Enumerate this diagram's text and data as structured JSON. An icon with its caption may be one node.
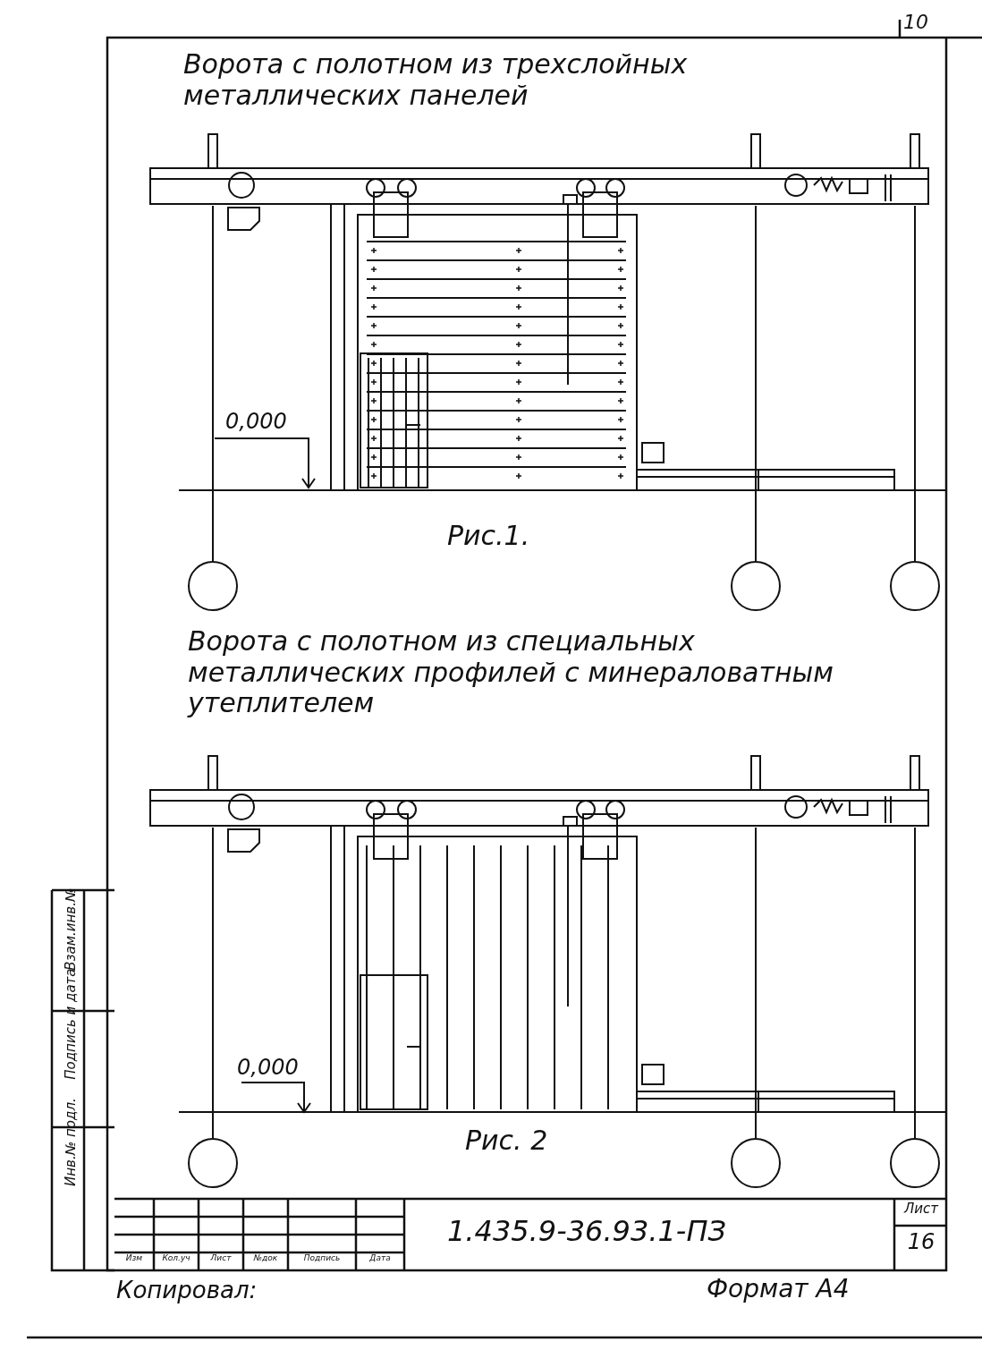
{
  "diagram": {
    "nodes": [
      {
        "text": [],
        "shape": "circle"
      },
      {
        "text": [],
        "shape": "circle"
      },
      {
        "text": [],
        "shape": "circle"
      },
      {
        "text": [],
        "shape": "circle"
      },
      {
        "text": [],
        "shape": "circle"
      },
      {
        "text": [],
        "shape": "circle"
      }
    ],
    "edges": [
      {
        "from": 0,
        "to": null,
        "arrow": "none"
      },
      {
        "from": 1,
        "to": null,
        "arrow": "none"
      },
      {
        "from": 2,
        "to": null,
        "arrow": "none"
      },
      {
        "from": 3,
        "to": null,
        "arrow": "none"
      },
      {
        "from": 4,
        "to": null,
        "arrow": "none"
      },
      {
        "from": 5,
        "to": null,
        "arrow": "none"
      }
    ],
    "labels": [
      "10",
      "Ворота с полотном из трехслойных металлических панелей",
      "0,000",
      "Рис.1.",
      "Ворота с полотном из специальных металлических профилей с минераловатным утеплителем",
      "0,000",
      "Рис. 2",
      "Взам.инв.№",
      "Подпись и дата",
      "Инв.№ подл.",
      "1.435.9-36.93.1-ПЗ",
      "Лист",
      "16",
      "Изм",
      "Кол.уч",
      "Лист",
      "№док",
      "Подпись",
      "Дата",
      "Копировал:",
      "Формат А4"
    ]
  }
}
